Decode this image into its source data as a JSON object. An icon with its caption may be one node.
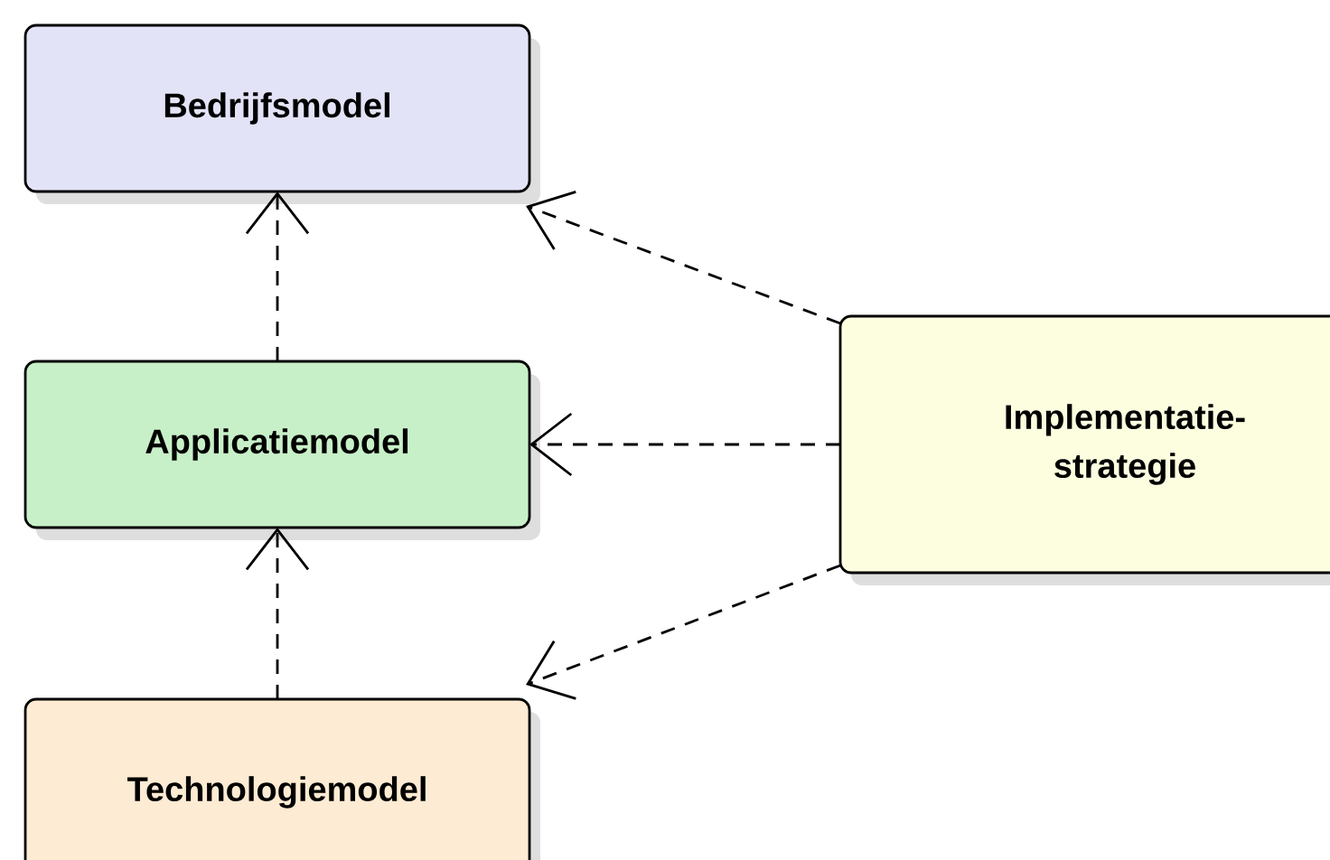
{
  "diagram": {
    "nodes": [
      {
        "text": [
          "Bedrijfsmodel"
        ]
      },
      {
        "text": [
          "Applicatiemodel"
        ]
      },
      {
        "text": [
          "Implementatie-strategie"
        ]
      },
      {
        "text": [
          "Technologiemodel"
        ]
      }
    ],
    "edges": [
      {
        "from": 1,
        "to": 0,
        "arrow": "to"
      },
      {
        "from": 3,
        "to": 1,
        "arrow": "to"
      },
      {
        "from": 2,
        "to": 0,
        "arrow": "to"
      },
      {
        "from": 2,
        "to": 1,
        "arrow": "to"
      },
      {
        "from": 2,
        "to": 3,
        "arrow": "to"
      }
    ]
  }
}
